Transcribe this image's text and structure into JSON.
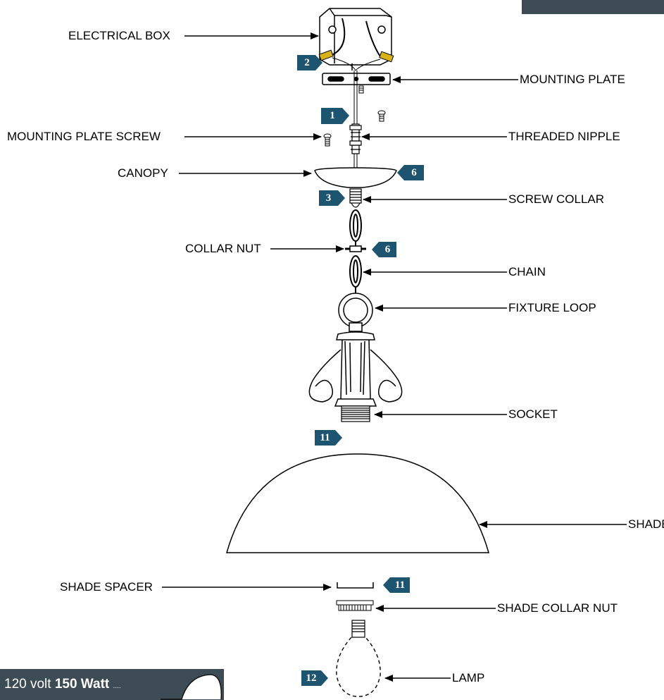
{
  "labels": {
    "electrical_box": "ELECTRICAL BOX",
    "mounting_plate": "MOUNTING PLATE",
    "mounting_plate_screw": "MOUNTING PLATE SCREW",
    "threaded_nipple": "THREADED NIPPLE",
    "canopy": "CANOPY",
    "screw_collar": "SCREW COLLAR",
    "collar_nut": "COLLAR NUT",
    "chain": "CHAIN",
    "fixture_loop": "FIXTURE LOOP",
    "socket": "SOCKET",
    "shade": "SHADE",
    "shade_spacer": "SHADE SPACER",
    "shade_collar_nut": "SHADE COLLAR NUT",
    "lamp": "LAMP"
  },
  "steps": {
    "electrical_box_wiring": "2",
    "threaded_nipple": "1",
    "canopy": "6",
    "screw_collar": "3",
    "collar_nut": "6",
    "socket_shade": "11",
    "shade_spacer": "11",
    "lamp": "12"
  },
  "spec": {
    "voltage": "120 volt",
    "wattage": "150 Watt"
  },
  "colors": {
    "badge": "#1d5470",
    "panel": "#3d4b55"
  }
}
